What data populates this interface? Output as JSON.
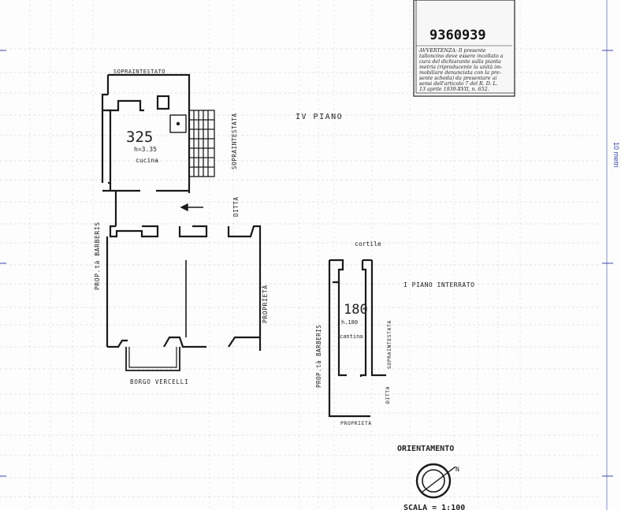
{
  "stamp": {
    "number": "9360939",
    "notice_lines": [
      "AVVERTENZA: Il presente",
      "talloncino deve essere incollato a",
      "cura del dichiarante sulla pianta",
      "metria (riproducente la unità im-",
      "mobiliare denunciata con la pre-",
      "sente scheda) da presentare ai",
      "sensi dell'articolo 7 del R. D. L.",
      "13 aprile 1939-XVII, n. 652."
    ]
  },
  "upper_plan": {
    "floor_label": "IV PIANO",
    "room_number": "325",
    "room_height": "h=3.35",
    "room_name": "cucina",
    "top_label": "SOPRAINTESTATO",
    "right_label": "SOPRAINTESTATA",
    "left_label": "PROP.tà BARBERIS",
    "ditta_label": "DITTA",
    "proprieta_label": "PROPRIETÀ",
    "street_label": "BORGO VERCELLI"
  },
  "lower_plan": {
    "floor_label": "I PIANO INTERRATO",
    "room_number": "180",
    "room_height": "h.180",
    "room_name": "cantina",
    "top_label": "cortile",
    "left_label": "PROP.tà BARBERIS",
    "right_label": "SOPRAINTESTATA",
    "ditta_label": "DITTA",
    "bottom_label": "PROPRIETÀ"
  },
  "orientation": {
    "label": "ORIENTAMENTO",
    "north": "N"
  },
  "scale_label": "SCALA = 1:100",
  "margin_label": "10 metri",
  "colors": {
    "line": "#1a1a1a",
    "grid": "#9a9a9a",
    "margin": "#3a48a8"
  }
}
